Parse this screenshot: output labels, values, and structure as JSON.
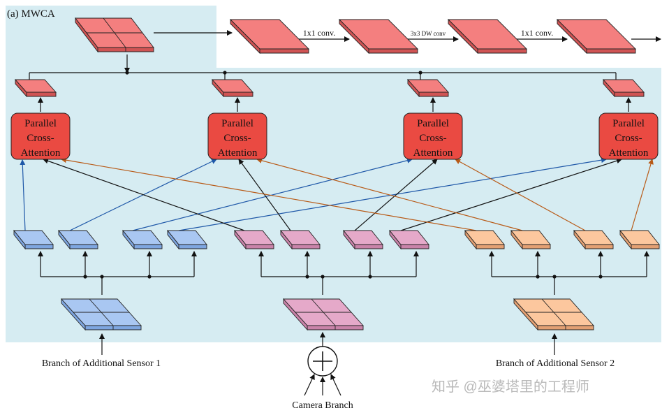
{
  "panel_label": "(a) MWCA",
  "conv_labels": [
    "1x1 conv.",
    "3x3 DW conv",
    "1x1 conv."
  ],
  "attention_block_lines": [
    "Parallel",
    "Cross-",
    "Attention"
  ],
  "sensor1_label": "Branch of Additional Sensor 1",
  "sensor2_label": "Branch of Additional Sensor 2",
  "camera_label": "Camera Branch",
  "watermark": "知乎 @巫婆塔里的工程师",
  "colors": {
    "panel_bg": "#d6ecf2",
    "red_top": "#f47f7f",
    "red_side": "#d05454",
    "attention_fill": "#ea4a42",
    "blue_top": "#a9c7f2",
    "blue_side": "#7ea6e0",
    "pink_top": "#e5a9c9",
    "pink_side": "#c983a9",
    "orange_top": "#fcc79e",
    "orange_side": "#e3a073",
    "arrow_blue": "#1f58a8",
    "arrow_orange": "#b85a17",
    "arrow_black": "#111111"
  }
}
